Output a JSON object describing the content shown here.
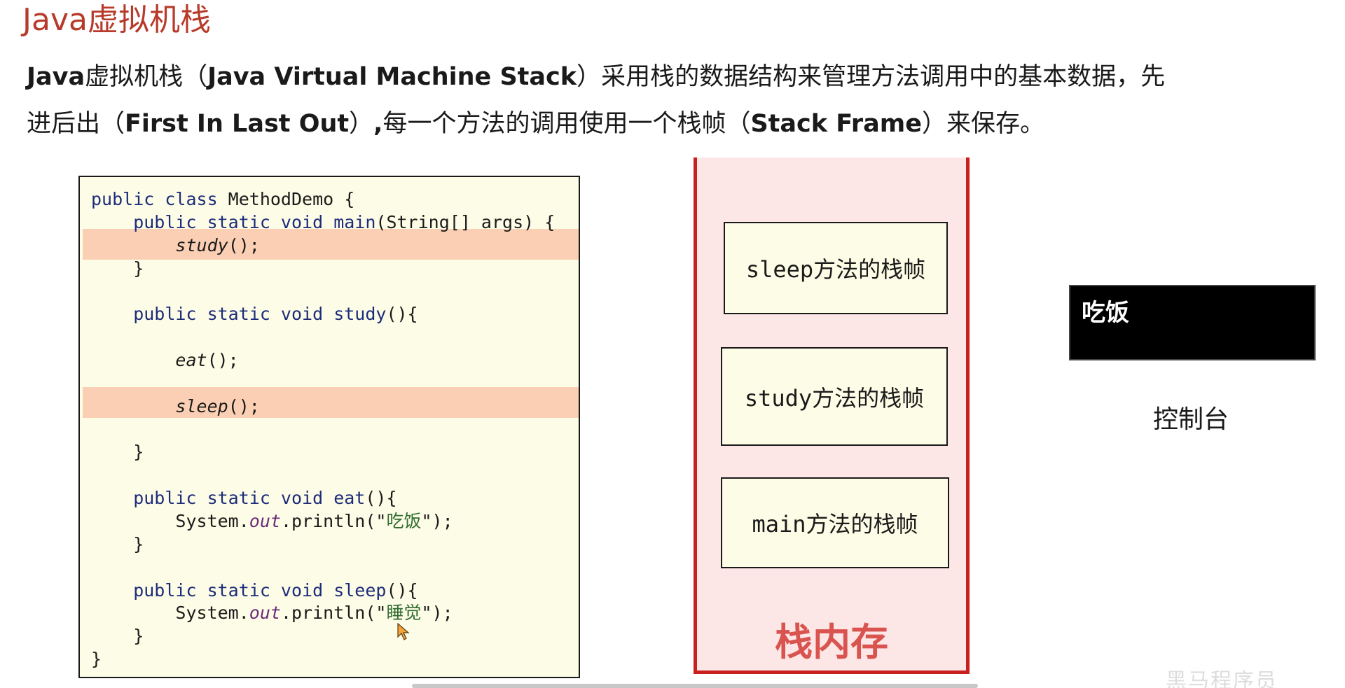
{
  "slide": {
    "title": "Java虚拟机栈",
    "description": {
      "line1": [
        {
          "text": "Java",
          "bold": true
        },
        {
          "text": "虚拟机栈（",
          "bold": false
        },
        {
          "text": "Java Virtual Machine Stack",
          "bold": true
        },
        {
          "text": "）采用栈的数据结构来管理方法调用中的基本数据，先",
          "bold": false
        }
      ],
      "line2": [
        {
          "text": "进后出（",
          "bold": false
        },
        {
          "text": "First In Last Out",
          "bold": true
        },
        {
          "text": "）",
          "bold": false
        },
        {
          "text": ",",
          "bold": true
        },
        {
          "text": "每一个方法的调用使用一个栈帧（",
          "bold": false
        },
        {
          "text": "Stack Frame",
          "bold": true
        },
        {
          "text": "）来保存。",
          "bold": false
        }
      ]
    }
  },
  "code": {
    "lines": [
      [
        {
          "t": "public class ",
          "c": "kw"
        },
        {
          "t": "MethodDemo {",
          "c": ""
        }
      ],
      [
        {
          "t": "    public static void ",
          "c": "kw"
        },
        {
          "t": "main",
          "c": "kw"
        },
        {
          "t": "(String[] args) {",
          "c": ""
        }
      ],
      [
        {
          "t": "        ",
          "c": ""
        },
        {
          "t": "study",
          "c": "it"
        },
        {
          "t": "();",
          "c": ""
        }
      ],
      [
        {
          "t": "    }",
          "c": ""
        }
      ],
      [
        {
          "t": "",
          "c": ""
        }
      ],
      [
        {
          "t": "    public static void ",
          "c": "kw"
        },
        {
          "t": "study",
          "c": "kw"
        },
        {
          "t": "(){",
          "c": ""
        }
      ],
      [
        {
          "t": "",
          "c": ""
        }
      ],
      [
        {
          "t": "        ",
          "c": ""
        },
        {
          "t": "eat",
          "c": "it"
        },
        {
          "t": "();",
          "c": ""
        }
      ],
      [
        {
          "t": "",
          "c": ""
        }
      ],
      [
        {
          "t": "        ",
          "c": ""
        },
        {
          "t": "sleep",
          "c": "it"
        },
        {
          "t": "();",
          "c": ""
        }
      ],
      [
        {
          "t": "",
          "c": ""
        }
      ],
      [
        {
          "t": "    }",
          "c": ""
        }
      ],
      [
        {
          "t": "",
          "c": ""
        }
      ],
      [
        {
          "t": "    public static void ",
          "c": "kw"
        },
        {
          "t": "eat",
          "c": "kw"
        },
        {
          "t": "(){",
          "c": ""
        }
      ],
      [
        {
          "t": "        System.",
          "c": ""
        },
        {
          "t": "out",
          "c": "fld"
        },
        {
          "t": ".println(\"",
          "c": ""
        },
        {
          "t": "吃饭",
          "c": "str"
        },
        {
          "t": "\");",
          "c": ""
        }
      ],
      [
        {
          "t": "    }",
          "c": ""
        }
      ],
      [
        {
          "t": "",
          "c": ""
        }
      ],
      [
        {
          "t": "    public static void ",
          "c": "kw"
        },
        {
          "t": "sleep",
          "c": "kw"
        },
        {
          "t": "(){",
          "c": ""
        }
      ],
      [
        {
          "t": "        System.",
          "c": ""
        },
        {
          "t": "out",
          "c": "fld"
        },
        {
          "t": ".println(\"",
          "c": ""
        },
        {
          "t": "睡觉",
          "c": "str"
        },
        {
          "t": "\");",
          "c": ""
        }
      ],
      [
        {
          "t": "    }",
          "c": ""
        }
      ],
      [
        {
          "t": "}",
          "c": ""
        }
      ]
    ],
    "highlighted_lines": [
      2,
      9
    ]
  },
  "stack": {
    "frames": [
      "sleep方法的栈帧",
      "study方法的栈帧",
      "main方法的栈帧"
    ],
    "label": "栈内存"
  },
  "console": {
    "output": "吃饭",
    "label": "控制台"
  },
  "watermark": "黑马程序员",
  "colors": {
    "title": "#b83a2a",
    "keyword": "#1d2c7a",
    "highlight": "#fbcfb3",
    "code_bg": "#fdfce6",
    "stack_border": "#c9201e",
    "stack_bg": "#fde6e6",
    "stack_label": "#d9534f"
  }
}
